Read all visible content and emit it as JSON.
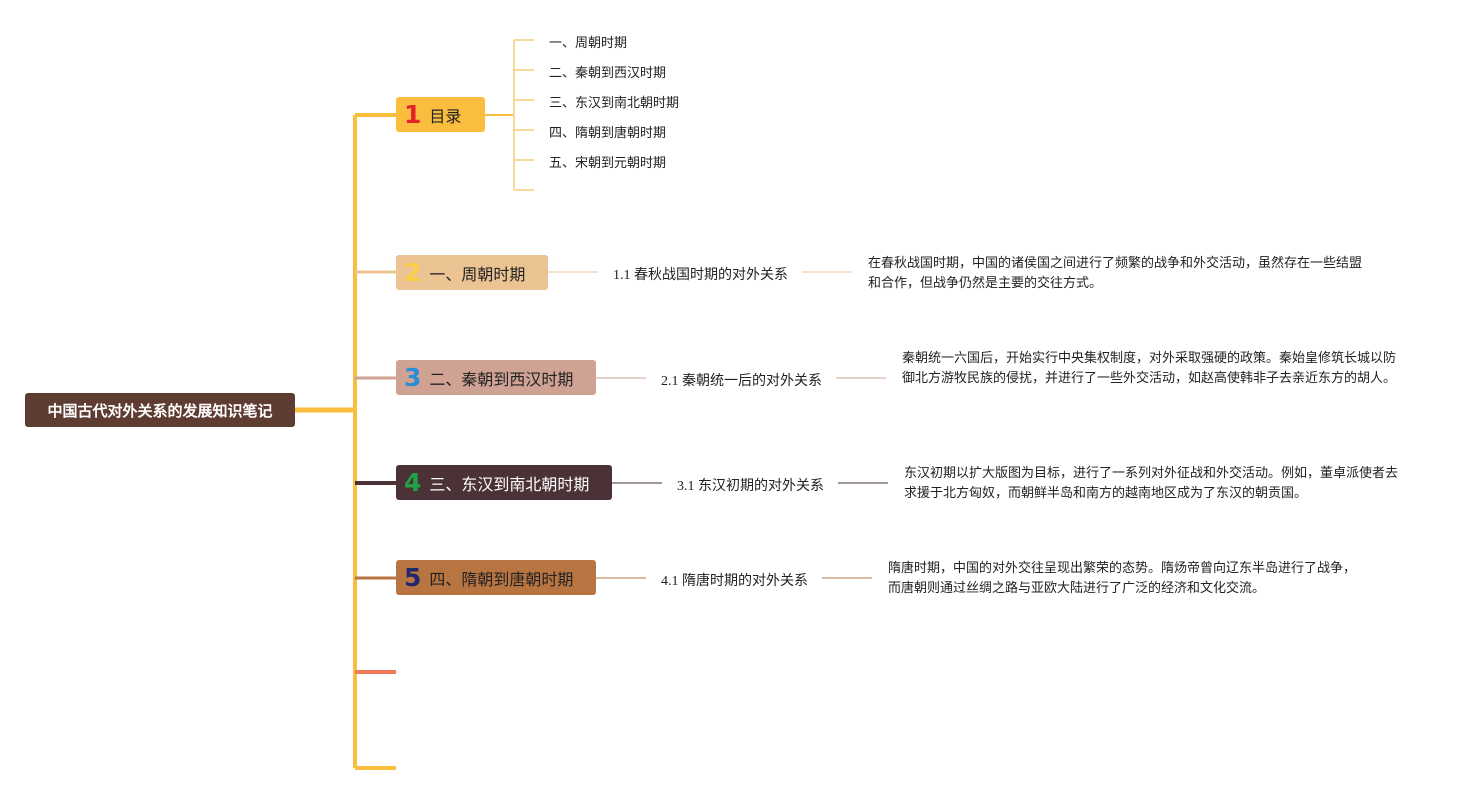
{
  "root": {
    "title": "中国古代对外关系的发展知识笔记"
  },
  "toc": {
    "number": "1",
    "title": "目录",
    "items": [
      "一、周朝时期",
      "二、秦朝到西汉时期",
      "三、东汉到南北朝时期",
      "四、隋朝到唐朝时期",
      "五、宋朝到元朝时期"
    ]
  },
  "branches": [
    {
      "number": "2",
      "title": "一、周朝时期",
      "sub": "1.1 春秋战国时期的对外关系",
      "detail": "在春秋战国时期，中国的诸侯国之间进行了频繁的战争和外交活动，虽然存在一些结盟和合作，但战争仍然是主要的交往方式。"
    },
    {
      "number": "3",
      "title": "二、秦朝到西汉时期",
      "sub": "2.1 秦朝统一后的对外关系",
      "detail": "秦朝统一六国后，开始实行中央集权制度，对外采取强硬的政策。秦始皇修筑长城以防御北方游牧民族的侵扰，并进行了一些外交活动，如赵高使韩非子去亲近东方的胡人。"
    },
    {
      "number": "4",
      "title": "三、东汉到南北朝时期",
      "sub": "3.1 东汉初期的对外关系",
      "detail": "东汉初期以扩大版图为目标，进行了一系列对外征战和外交活动。例如，董卓派使者去求援于北方匈奴，而朝鲜半岛和南方的越南地区成为了东汉的朝贡国。"
    },
    {
      "number": "5",
      "title": "四、隋朝到唐朝时期",
      "sub": "4.1 隋唐时期的对外关系",
      "detail": "隋唐时期，中国的对外交往呈现出繁荣的态势。隋炀帝曾向辽东半岛进行了战争，而唐朝则通过丝绸之路与亚欧大陆进行了广泛的经济和文化交流。"
    }
  ],
  "colors": {
    "root_bg": "#5e3c32",
    "trunk": "#fbbd3e",
    "toc_bg": "#fbbd3e",
    "toc_num": "#e3222c",
    "branch1_bg": "#ecc393",
    "branch1_num": "#fbd044",
    "branch2_bg": "#cfa294",
    "branch2_num": "#2a8dd8",
    "branch3_bg": "#4a3236",
    "branch3_num": "#22a04a",
    "branch4_bg": "#b97541",
    "branch4_num": "#22286e",
    "empty_branch": "#f07a5a"
  }
}
